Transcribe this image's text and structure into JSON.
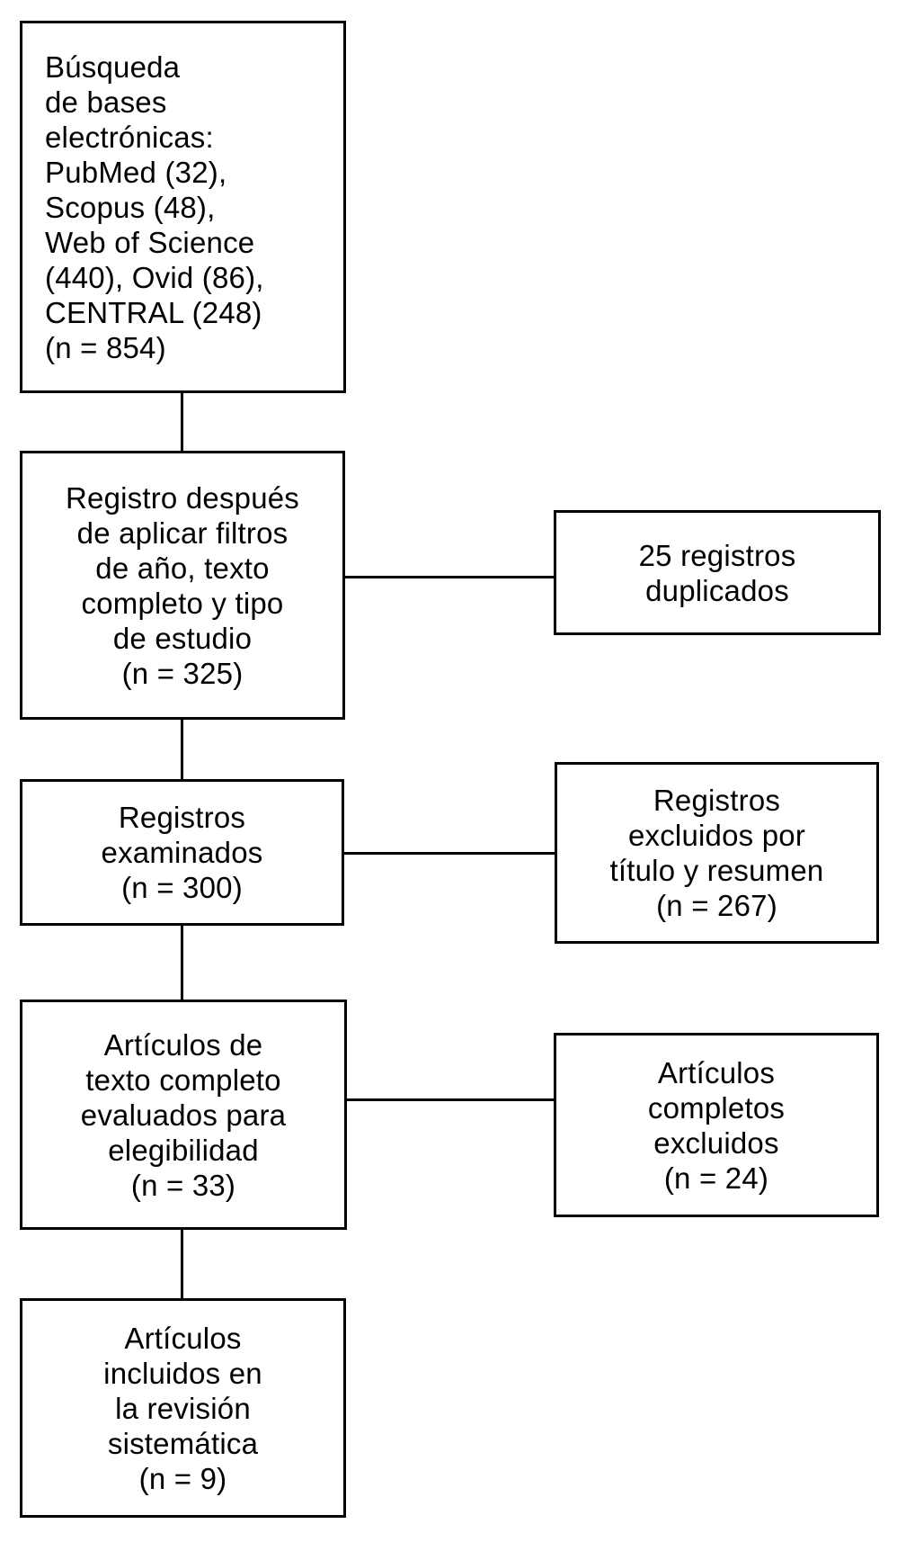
{
  "colors": {
    "background": "#ffffff",
    "line": "#000000",
    "text": "#000000"
  },
  "boxes": {
    "search": {
      "lines": [
        "Búsqueda",
        "de bases",
        "electrónicas:",
        "PubMed (32),",
        "Scopus (48),",
        "Web of Science",
        "(440), Ovid (86),",
        "CENTRAL (248)",
        "(n = 854)"
      ],
      "n": "854"
    },
    "filtered": {
      "lines": [
        "Registro después",
        "de aplicar filtros",
        "de año, texto",
        "completo y tipo",
        "de estudio",
        "(n = 325)"
      ],
      "n": "325"
    },
    "duplicates": {
      "lines": [
        "25 registros",
        "duplicados"
      ],
      "n": "25"
    },
    "screened": {
      "lines": [
        "Registros",
        "examinados",
        "(n = 300)"
      ],
      "n": "300"
    },
    "excluded_screening": {
      "lines": [
        "Registros",
        "excluidos por",
        "título y resumen",
        "(n = 267)"
      ],
      "n": "267"
    },
    "fulltext": {
      "lines": [
        "Artículos de",
        "texto completo",
        "evaluados para",
        "elegibilidad",
        "(n = 33)"
      ],
      "n": "33"
    },
    "excluded_fulltext": {
      "lines": [
        "Artículos",
        "completos",
        "excluidos",
        "(n = 24)"
      ],
      "n": "24"
    },
    "included": {
      "lines": [
        "Artículos",
        "incluidos en",
        "la revisión",
        "sistemática",
        "(n = 9)"
      ],
      "n": "9"
    }
  }
}
